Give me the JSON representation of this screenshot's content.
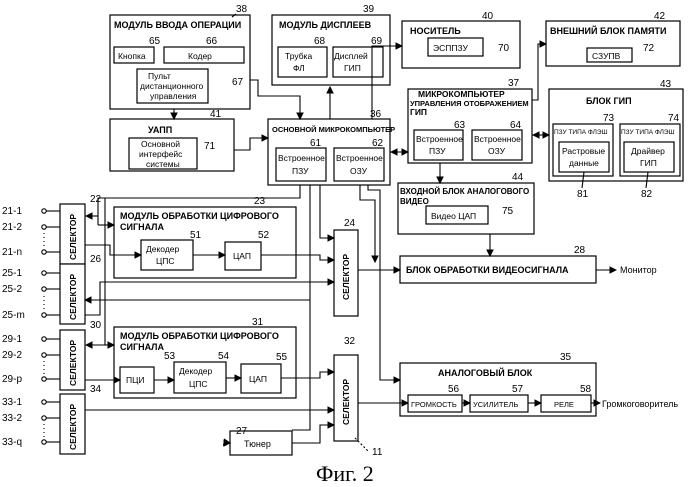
{
  "blocks": {
    "opmod": {
      "num": "38",
      "title": "МОДУЛЬ ВВОДА ОПЕРАЦИИ"
    },
    "button": {
      "num": "65",
      "label": "Кнопка"
    },
    "coder": {
      "num": "66",
      "label": "Кодер"
    },
    "remote": {
      "num": "67",
      "label1": "Пульт",
      "label2": "дистанционного",
      "label3": "управления"
    },
    "dispmod": {
      "num": "39",
      "title": "МОДУЛЬ ДИСПЛЕЕВ"
    },
    "fltube": {
      "num": "68",
      "label1": "Трубка",
      "label2": "ФЛ"
    },
    "dispgip": {
      "num": "69",
      "label1": "Дисплей",
      "label2": "ГИП"
    },
    "carrier": {
      "num": "40",
      "title": "НОСИТЕЛЬ"
    },
    "eeprom": {
      "num": "70",
      "label": "ЭСППЗУ"
    },
    "extmem": {
      "num": "42",
      "title": "ВНЕШНИЙ БЛОК ПАМЯТИ"
    },
    "szupv": {
      "num": "72",
      "label": "СЗУПВ"
    },
    "uapp": {
      "num": "41",
      "title": "УАПП"
    },
    "sysif": {
      "num": "71",
      "label1": "Основной",
      "label2": "интерфейс",
      "label3": "системы"
    },
    "mainmc": {
      "num": "36",
      "title": "ОСНОВНОЙ МИКРОКОМПЬЮТЕР"
    },
    "mainrom": {
      "num": "61",
      "label1": "Встроенное",
      "label2": "ПЗУ"
    },
    "mainram": {
      "num": "62",
      "label1": "Встроенное",
      "label2": "ОЗУ"
    },
    "dispmc": {
      "num": "37",
      "title1": "МИКРОКОМПЬЮТЕР",
      "title2": "УПРАВЛЕНИЯ ОТОБРАЖЕНИЕМ",
      "title3": "ГИП"
    },
    "disprom": {
      "num": "63",
      "label1": "Встроенное",
      "label2": "ПЗУ"
    },
    "dispram": {
      "num": "64",
      "label1": "Встроенное",
      "label2": "ОЗУ"
    },
    "gip": {
      "num": "43",
      "title": "БЛОК ГИП"
    },
    "flash1": {
      "num": "73",
      "title": "ПЗУ ТИПА ФЛЭШ",
      "label1": "Растровые",
      "label2": "данные",
      "ref": "81"
    },
    "flash2": {
      "num": "74",
      "title": "ПЗУ ТИПА ФЛЭШ",
      "label1": "Драйвер",
      "label2": "ГИП",
      "ref": "82"
    },
    "anain": {
      "num": "44",
      "title1": "ВХОДНОЙ БЛОК АНАЛОГОВОГО",
      "title2": "ВИДЕО"
    },
    "videodac": {
      "num": "75",
      "label": "Видео ЦАП"
    },
    "dig1": {
      "num": "23",
      "title1": "МОДУЛЬ ОБРАБОТКИ ЦИФРОВОГО",
      "title2": "СИГНАЛА"
    },
    "dec1": {
      "num": "51",
      "label1": "Декодер",
      "label2": "ЦПС"
    },
    "dac1": {
      "num": "52",
      "label": "ЦАП"
    },
    "dig2": {
      "num": "31",
      "title1": "МОДУЛЬ ОБРАБОТКИ ЦИФРОВОГО",
      "title2": "СИГНАЛА"
    },
    "pci": {
      "num": "53",
      "label": "ПЦИ"
    },
    "dec2": {
      "num": "54",
      "label1": "Декодер",
      "label2": "ЦПС"
    },
    "dac2": {
      "num": "55",
      "label": "ЦАП"
    },
    "videoproc": {
      "num": "28",
      "title": "БЛОК ОБРАБОТКИ ВИДЕОСИГНАЛА",
      "output": "Монитор"
    },
    "analog": {
      "num": "35",
      "title": "АНАЛОГОВЫЙ БЛОК",
      "output": "Громкоговоритель"
    },
    "volume": {
      "num": "56",
      "label": "ГРОМКОСТЬ"
    },
    "amp": {
      "num": "57",
      "label": "УСИЛИТЕЛЬ"
    },
    "relay": {
      "num": "58",
      "label": "РЕЛЕ"
    },
    "tuner": {
      "num": "27",
      "label": "Тюнер"
    }
  },
  "selectors": {
    "label": "СЕЛЕКТОР",
    "s22": "22",
    "s26": "26",
    "s30": "30",
    "s34": "34",
    "s24": "24",
    "s32": "32"
  },
  "inputs": {
    "g21": [
      "21-1",
      "21-2",
      "21-n"
    ],
    "g25": [
      "25-1",
      "25-2",
      "25-m"
    ],
    "g29": [
      "29-1",
      "29-2",
      "29-p"
    ],
    "g33": [
      "33-1",
      "33-2",
      "33-q"
    ]
  },
  "ref11": "11",
  "figure": "Фиг. 2"
}
